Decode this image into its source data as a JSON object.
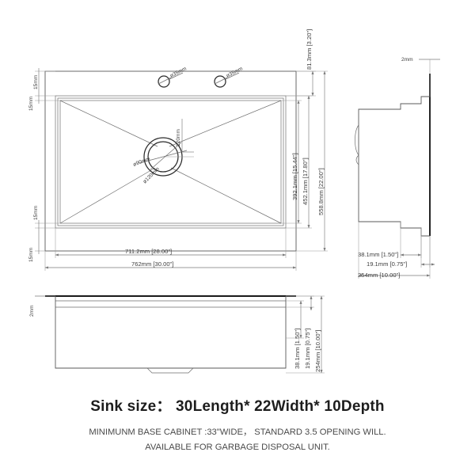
{
  "document": {
    "type": "technical-drawing",
    "subject": "kitchen-sink",
    "background_color": "#ffffff",
    "line_color": "#595959",
    "heavy_line_color": "#1a1a1a",
    "text_color": "#3a3a3a"
  },
  "caption": {
    "title": "Sink size： 30Length* 22Width* 10Depth",
    "note_line_1": "MINIMUNM BASE CABINET :33\"WIDE， STANDARD 3.5 OPENING WILL.",
    "note_line_2": "AVAILABLE FOR GARBAGE DISPOSAL UNIT."
  },
  "views": {
    "top": {
      "name": "top-view",
      "left_dimensions": [
        "15mm",
        "15mm",
        "15mm",
        "15mm"
      ],
      "bottom_dimensions": [
        "711.2mm [28.00\"]",
        "762mm [30.00\"]"
      ],
      "right_dimensions": [
        "81.3mm [3.20\"]",
        "392.1mm [15.44\"]",
        "452.1mm [17.80\"]",
        "558.8mm [22.00\"]"
      ],
      "faucet_holes": [
        "ø35mm",
        "ø35mm"
      ],
      "drain_labels": [
        "ø90mm",
        "ø120mm",
        "120mm"
      ]
    },
    "side": {
      "name": "side-section-view",
      "top_dimension": "2mm",
      "bottom_dimensions": [
        "38.1mm [1.50\"]",
        "19.1mm [0.75\"]",
        "254mm [10.00\"]"
      ]
    },
    "front": {
      "name": "front-view",
      "left_dimension": "2mm",
      "right_dimensions": [
        "38.1mm [1.50\"]",
        "19.1mm [0.75\"]",
        "254mm [10.00\"]"
      ]
    }
  }
}
